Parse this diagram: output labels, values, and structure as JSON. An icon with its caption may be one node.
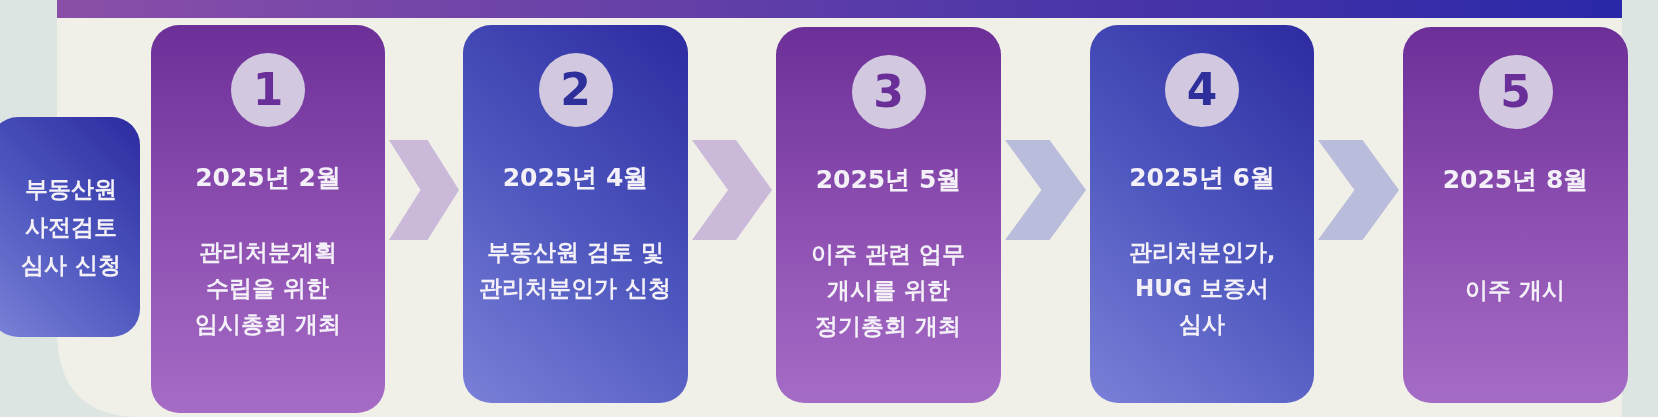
{
  "diagram": {
    "nodes": [
      {
        "text": [
          "부동산원 사전검토 심사 신청"
        ]
      },
      {
        "text": [
          "1",
          "2025년 2월",
          "관리처분계획 수립을 위한 임시총회 개최"
        ]
      },
      {
        "text": [
          "2",
          "2025년 4월",
          "부동산원 검토 및 관리처분인가 신청"
        ]
      },
      {
        "text": [
          "3",
          "2025년 5월",
          "이주 관련 업무 개시를 위한 정기총회 개최"
        ]
      },
      {
        "text": [
          "4",
          "2025년 6월",
          "관리처분인가, HUG 보증서 심사"
        ]
      },
      {
        "text": [
          "5",
          "2025년 8월",
          "이주 개시"
        ]
      }
    ],
    "edges": [
      {
        "from": 1,
        "to": 2,
        "arrow": "to",
        "color": "#cbb9da"
      },
      {
        "from": 2,
        "to": 3,
        "arrow": "to",
        "color": "#cbb9da"
      },
      {
        "from": 3,
        "to": 4,
        "arrow": "to",
        "color": "#b9bcda"
      },
      {
        "from": 4,
        "to": 5,
        "arrow": "to",
        "color": "#b9bcda"
      }
    ]
  }
}
